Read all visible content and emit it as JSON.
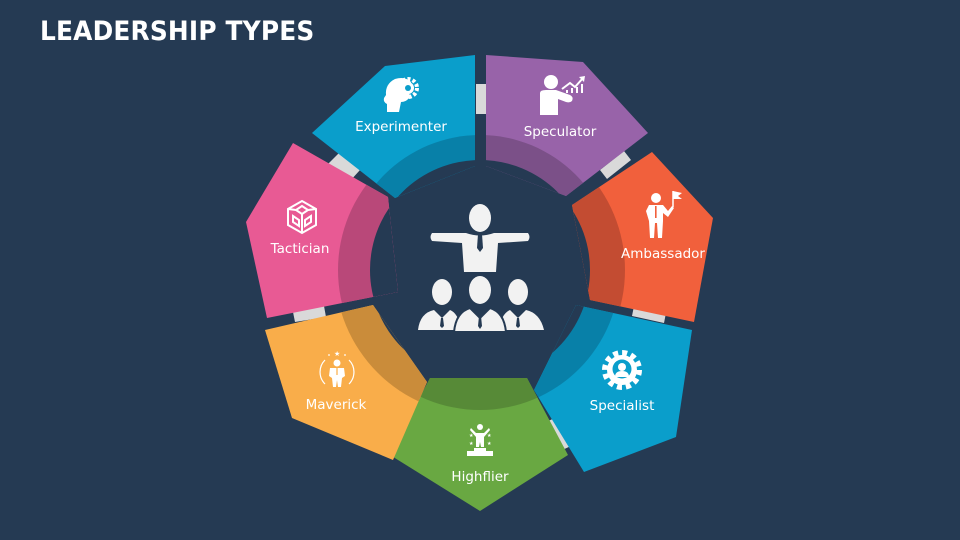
{
  "title": "LEADERSHIP TYPES",
  "center": {
    "icon": "leader-with-team-icon"
  },
  "segments": [
    {
      "label": "Experimenter",
      "icon": "head-gear-icon",
      "color": "#0a9ecb",
      "shade": "#0880a8"
    },
    {
      "label": "Speculator",
      "icon": "presenter-chart-icon",
      "color": "#9863a9",
      "shade": "#7b5088"
    },
    {
      "label": "Ambassador",
      "icon": "person-flag-icon",
      "color": "#f1603c",
      "shade": "#c34c32"
    },
    {
      "label": "Specialist",
      "icon": "gear-person-icon",
      "color": "#0a9ecb",
      "shade": "#0880a8"
    },
    {
      "label": "Highflier",
      "icon": "podium-winner-icon",
      "color": "#69a842",
      "shade": "#578a37"
    },
    {
      "label": "Maverick",
      "icon": "star-person-icon",
      "color": "#f9ad4a",
      "shade": "#ca8c3a"
    },
    {
      "label": "Tactician",
      "icon": "cube-pattern-icon",
      "color": "#e85a94",
      "shade": "#b94879"
    }
  ],
  "connector_color": "#d9d9d9",
  "background": "#253a53"
}
